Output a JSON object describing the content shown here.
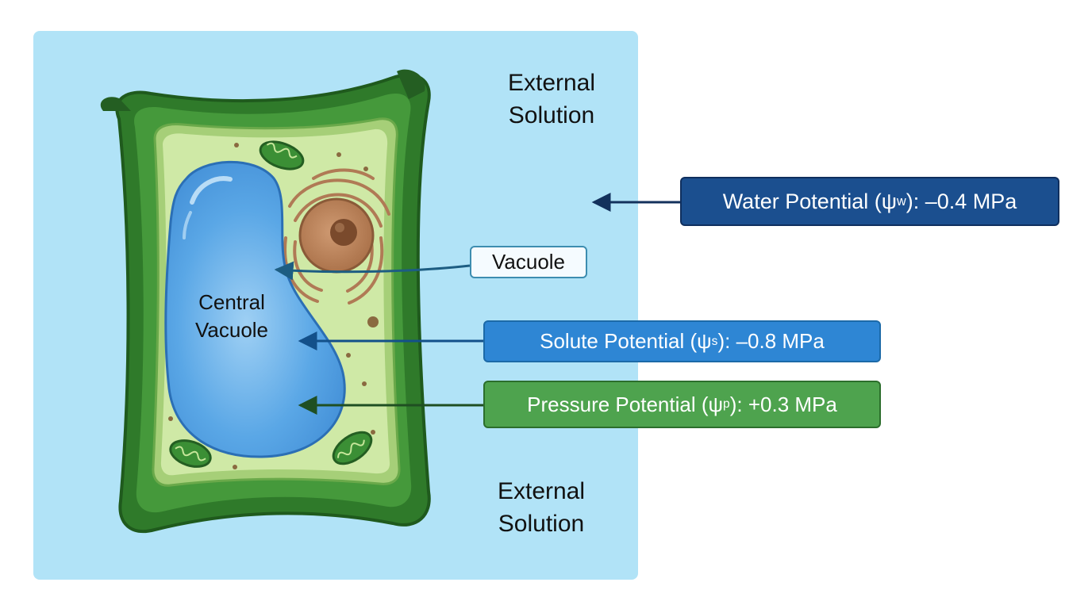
{
  "external_solution_top": {
    "line1": "External",
    "line2": "Solution"
  },
  "external_solution_bottom": {
    "line1": "External",
    "line2": "Solution"
  },
  "central_vacuole": {
    "line1": "Central",
    "line2": "Vacuole"
  },
  "vacuole_label": "Vacuole",
  "water_potential": {
    "prefix": "Water Potential (ψ",
    "sub": "w",
    "suffix": "): –0.4 MPa"
  },
  "solute_potential": {
    "prefix": "Solute Potential (ψ",
    "sub": "s",
    "suffix": "): –0.8 MPa"
  },
  "pressure_potential": {
    "prefix": "Pressure Potential (ψ",
    "sub": "p",
    "suffix": "): +0.3 MPa"
  },
  "colors": {
    "solution_background": "#b1e3f7",
    "cell_wall": "#3f8f33",
    "cell_wall_dark": "#245e22",
    "cytoplasm": "#cfe9a6",
    "vacuole": "#4a98de",
    "nucleus": "#b98158",
    "water_box": "#1b4f8f",
    "solute_box": "#2e86d4",
    "pressure_box": "#4ea34e"
  }
}
